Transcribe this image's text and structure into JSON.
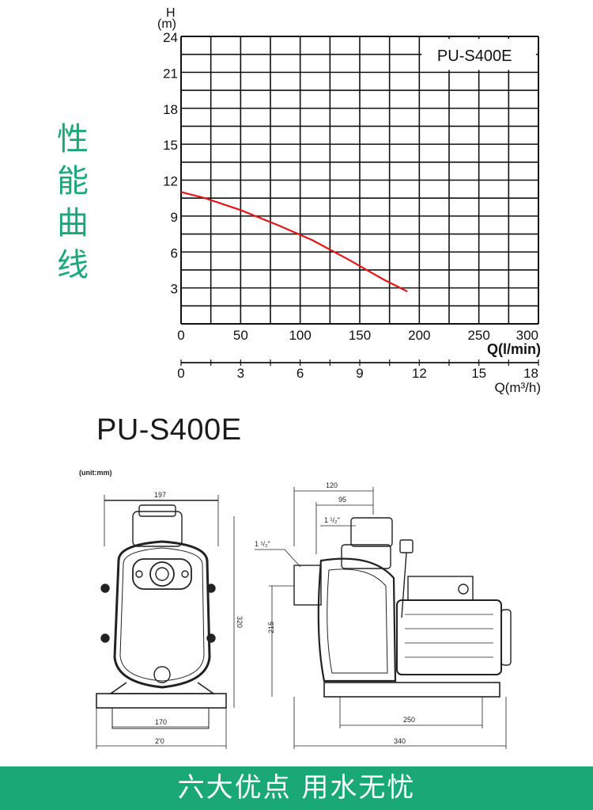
{
  "side_title": "性能曲线",
  "model_heading": "PU-S400E",
  "footer_banner": "六大优点 用水无忧",
  "chart_data": {
    "type": "line",
    "title": "PU-S400E",
    "ylabel_top": "H",
    "ylabel_unit": "(m)",
    "y_ticks": [
      3,
      6,
      9,
      12,
      15,
      18,
      21,
      24
    ],
    "ylim": [
      0,
      24
    ],
    "x_axis_primary": {
      "label": "Q(l/min)",
      "ticks": [
        0,
        50,
        100,
        150,
        200,
        250,
        300
      ],
      "lim": [
        0,
        300
      ]
    },
    "x_axis_secondary": {
      "label": "Q(m³/h)",
      "ticks": [
        0,
        3,
        6,
        9,
        12,
        15,
        18
      ],
      "lim": [
        0,
        18
      ]
    },
    "grid": true,
    "series": [
      {
        "color": "#e01818",
        "points": [
          [
            0,
            11
          ],
          [
            20,
            10.5
          ],
          [
            50,
            9.5
          ],
          [
            80,
            8.3
          ],
          [
            110,
            7
          ],
          [
            140,
            5.4
          ],
          [
            170,
            3.7
          ],
          [
            190,
            2.7
          ]
        ]
      }
    ]
  },
  "drawing": {
    "unit_note": "(unit:mm)",
    "front_width_top": "197",
    "front_height": "320",
    "front_base_inner": "170",
    "front_base_outer": "2'0",
    "side_top_outer": "120",
    "side_top_inner": "95",
    "side_outlet_size": "1 ¹/₂\"",
    "side_inlet_size": "1 ¹/₂\"",
    "side_height": "215",
    "side_base_inner": "250",
    "side_base_outer": "340"
  }
}
